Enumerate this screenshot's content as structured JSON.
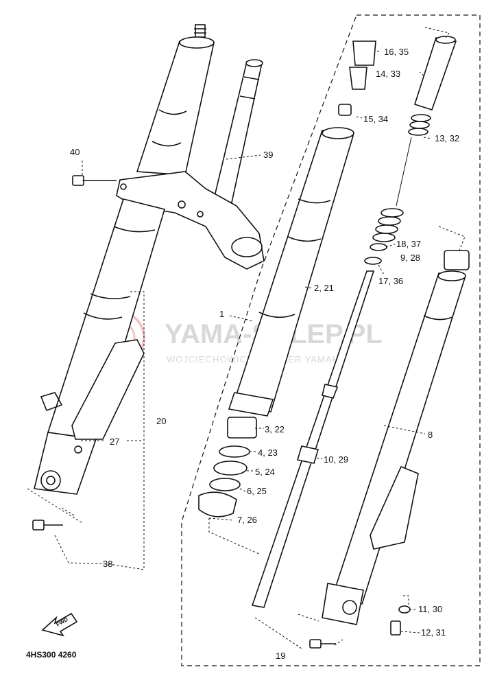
{
  "diagram": {
    "code": "4HS300 4260",
    "direction_icon": {
      "icon": "fwd-arrow-icon",
      "text": "FWD"
    },
    "watermark": {
      "title": "YAMA-SKLEP.PL",
      "subtitle": "WOJCIECHOWICZ | DEALER YAMAHA"
    },
    "callouts": [
      {
        "id": "40",
        "text": "40"
      },
      {
        "id": "39",
        "text": "39"
      },
      {
        "id": "1",
        "text": "1"
      },
      {
        "id": "2",
        "text": "2, 21"
      },
      {
        "id": "3",
        "text": "3, 22"
      },
      {
        "id": "4",
        "text": "4, 23"
      },
      {
        "id": "5",
        "text": "5, 24"
      },
      {
        "id": "6",
        "text": "6, 25"
      },
      {
        "id": "7",
        "text": "7, 26"
      },
      {
        "id": "8",
        "text": "8"
      },
      {
        "id": "9",
        "text": "9, 28"
      },
      {
        "id": "10",
        "text": "10, 29"
      },
      {
        "id": "11",
        "text": "11, 30"
      },
      {
        "id": "12",
        "text": "12, 31"
      },
      {
        "id": "13",
        "text": "13, 32"
      },
      {
        "id": "14",
        "text": "14, 33"
      },
      {
        "id": "15",
        "text": "15, 34"
      },
      {
        "id": "16",
        "text": "16, 35"
      },
      {
        "id": "17",
        "text": "17, 36"
      },
      {
        "id": "18",
        "text": "18, 37"
      },
      {
        "id": "19",
        "text": "19"
      },
      {
        "id": "20",
        "text": "20"
      },
      {
        "id": "27",
        "text": "27"
      },
      {
        "id": "38",
        "text": "38"
      }
    ]
  }
}
